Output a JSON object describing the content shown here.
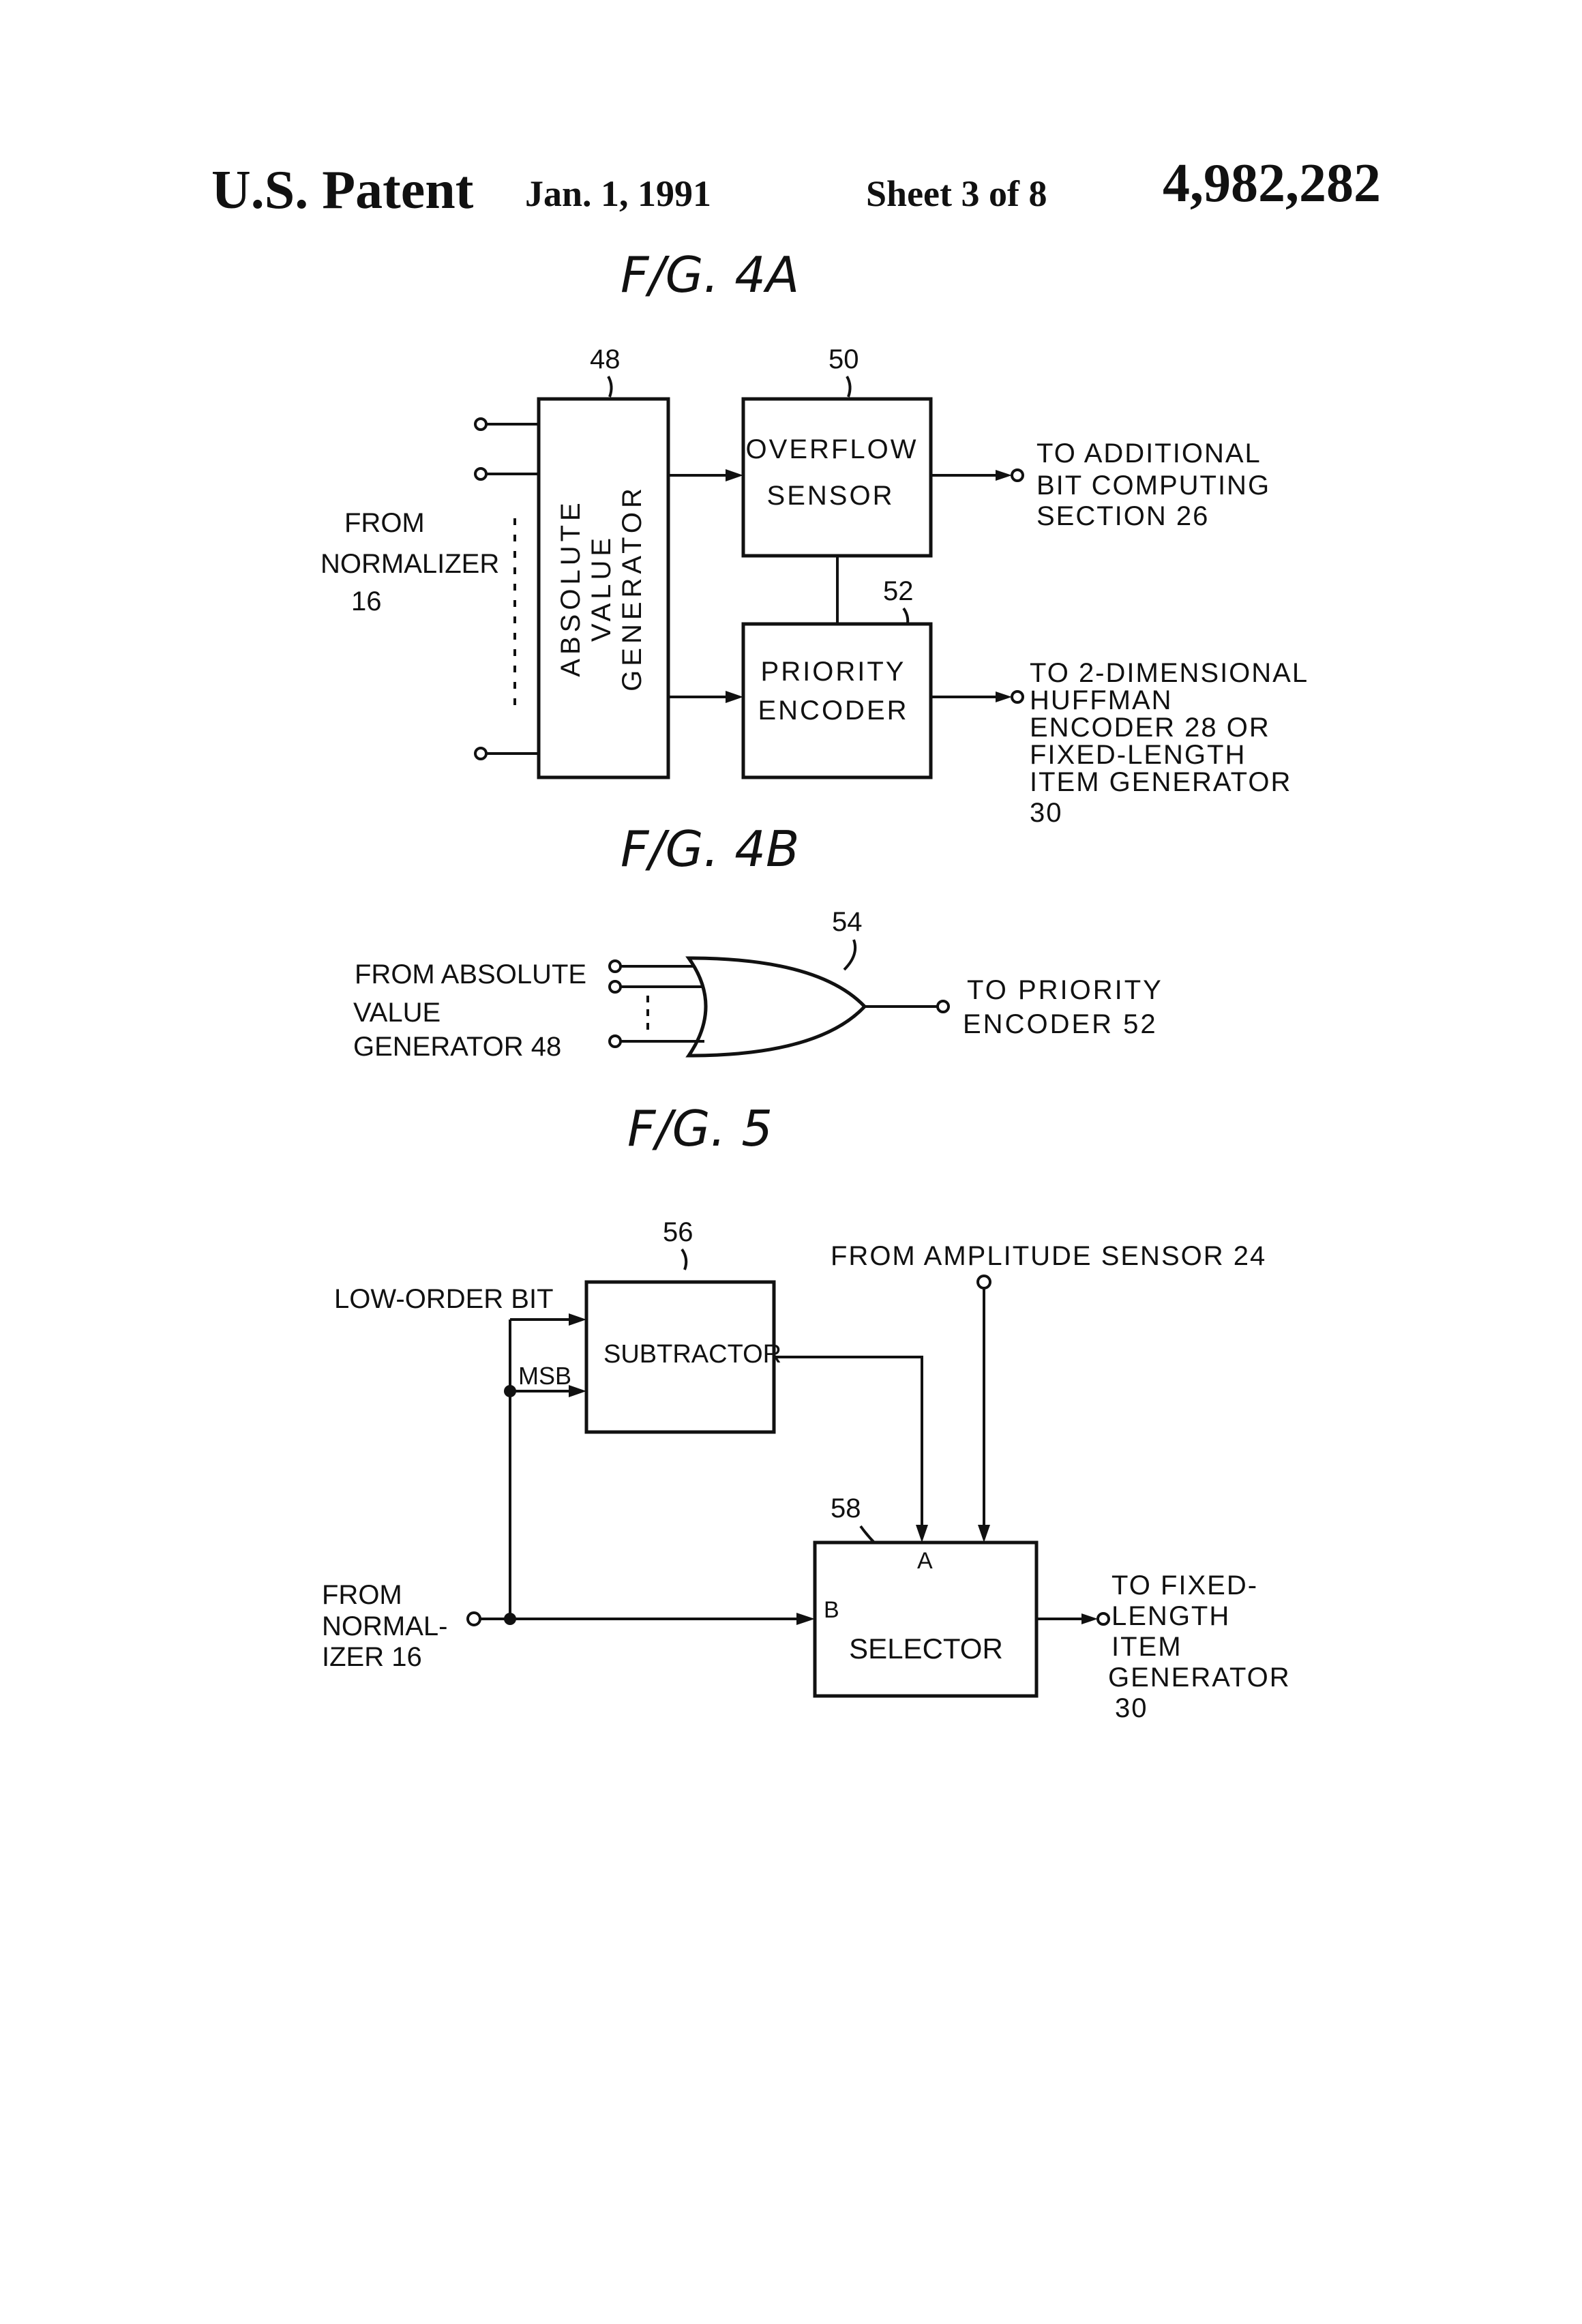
{
  "header": {
    "title": "U.S. Patent",
    "date": "Jan. 1, 1991",
    "sheet": "Sheet 3 of 8",
    "patent_number": "4,982,282"
  },
  "fig4a": {
    "title": "F/G. 4A",
    "ref_48": "48",
    "ref_50": "50",
    "ref_52": "52",
    "abs_gen_lines": [
      "ABSOLUTE",
      "VALUE",
      "GENERATOR"
    ],
    "overflow_lines": [
      "OVERFLOW",
      "SENSOR"
    ],
    "priority_lines": [
      "PRIORITY",
      "ENCODER"
    ],
    "input_lines": [
      "FROM",
      "NORMALIZER",
      "16"
    ],
    "output1_lines": [
      "TO ADDITIONAL",
      "BIT COMPUTING",
      "SECTION 26"
    ],
    "output2_lines": [
      "TO 2-DIMENSIONAL",
      "HUFFMAN",
      "ENCODER 28 OR",
      "FIXED-LENGTH",
      "ITEM GENERATOR",
      "30"
    ]
  },
  "fig4b": {
    "title": "F/G. 4B",
    "ref_54": "54",
    "input_lines": [
      "FROM ABSOLUTE",
      "VALUE",
      "GENERATOR 48"
    ],
    "output_lines": [
      "TO PRIORITY",
      "ENCODER 52"
    ]
  },
  "fig5": {
    "title": "F/G. 5",
    "ref_56": "56",
    "ref_58": "58",
    "subtractor": "SUBTRACTOR",
    "selector": "SELECTOR",
    "low_order_bit": "LOW-ORDER BIT",
    "msb": "MSB",
    "port_a": "A",
    "port_b": "B",
    "amplitude_input": "FROM AMPLITUDE SENSOR 24",
    "input_lines": [
      "FROM",
      "NORMAL-",
      "IZER 16"
    ],
    "output_lines": [
      "TO FIXED-",
      "LENGTH",
      "ITEM",
      "GENERATOR",
      "30"
    ]
  }
}
